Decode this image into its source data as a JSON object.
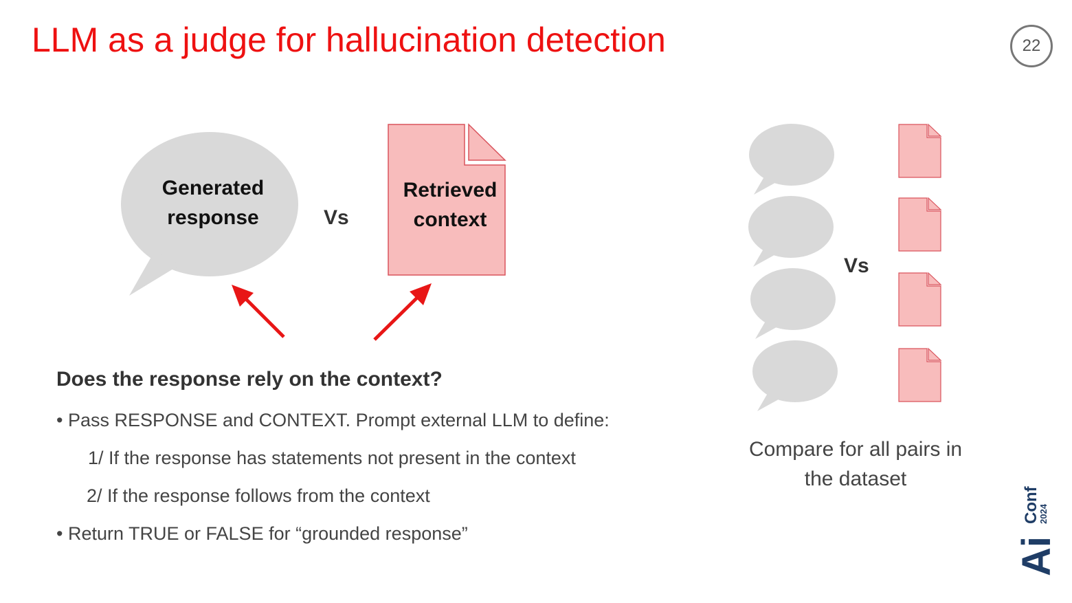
{
  "slide": {
    "title": "LLM as a judge for hallucination detection",
    "page_number": "22"
  },
  "diagram": {
    "bubble_label_line1": "Generated",
    "bubble_label_line2": "response",
    "vs_left": "Vs",
    "doc_label_line1": "Retrieved",
    "doc_label_line2": "context",
    "vs_right": "Vs",
    "caption_line1": "Compare for all pairs in",
    "caption_line2": "the dataset",
    "colors": {
      "bubble": "#d9d9d9",
      "document": "#f8bcbc",
      "document_border": "#d9535c",
      "arrow": "#e81616",
      "title": "#ee1111"
    },
    "icons": [
      "speech-bubble-icon",
      "document-icon",
      "arrow-icon"
    ]
  },
  "body": {
    "question": "Does the response rely on the context?",
    "bullet1": "Pass RESPONSE and CONTEXT. Prompt external LLM to define:",
    "sub1": "1/ If the response has statements not present in the context",
    "sub2": "2/ If the response follows from the context",
    "bullet2": "Return TRUE or FALSE for “grounded response”",
    "bullet_glyph": "•"
  },
  "logo": {
    "main": "Ai",
    "word": "Conf",
    "year": "2024"
  }
}
